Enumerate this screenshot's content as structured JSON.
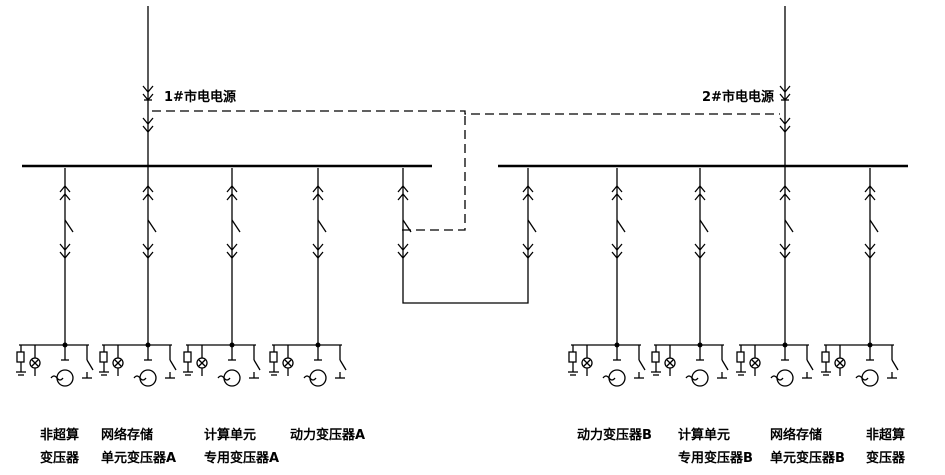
{
  "sources": {
    "left": "1#市电电源",
    "right": "2#市电电源"
  },
  "feeders": {
    "left": [
      {
        "line1": "非超算",
        "line2": "变压器"
      },
      {
        "line1": "网络存储",
        "line2": "单元变压器A"
      },
      {
        "line1": "计算单元",
        "line2": "专用变压器A"
      },
      {
        "line1": "动力变压器A",
        "line2": ""
      }
    ],
    "right": [
      {
        "line1": "动力变压器B",
        "line2": ""
      },
      {
        "line1": "计算单元",
        "line2": "专用变压器B"
      },
      {
        "line1": "网络存储",
        "line2": "单元变压器B"
      },
      {
        "line1": "非超算",
        "line2": "变压器"
      }
    ]
  }
}
